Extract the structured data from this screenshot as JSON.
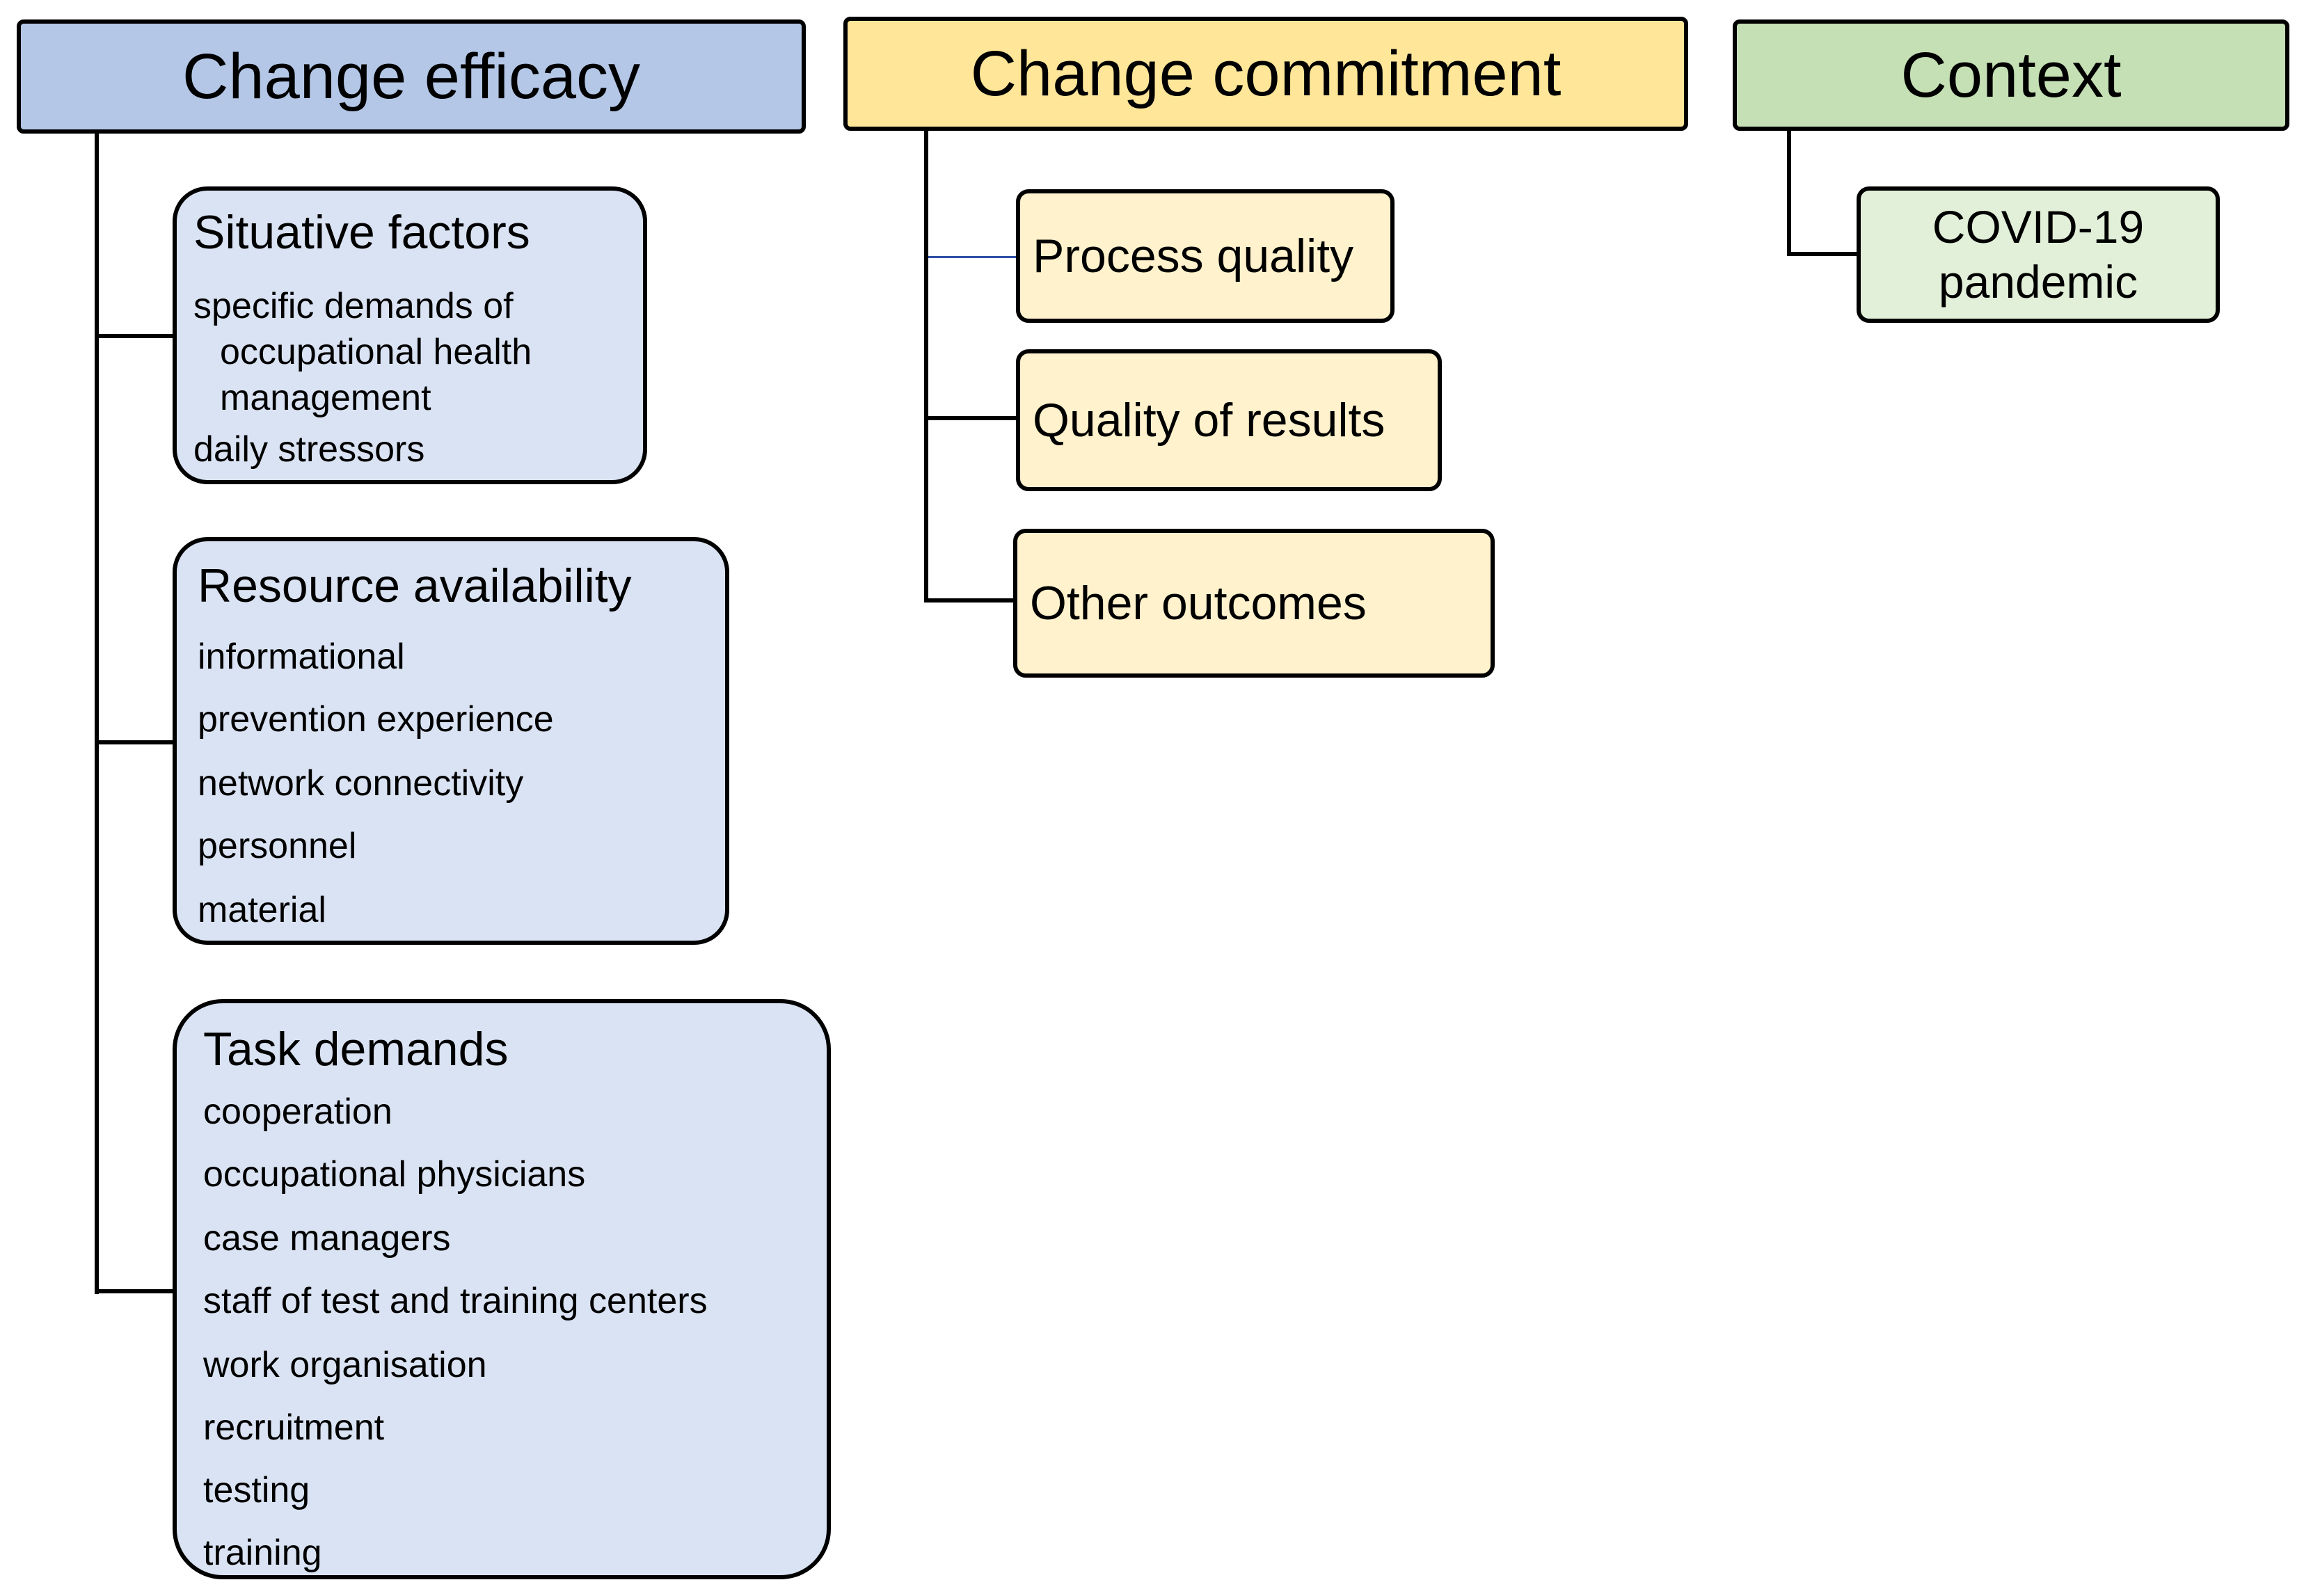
{
  "colors": {
    "efficacy_header": "#b4c7e7",
    "efficacy_box": "#dae3f3",
    "commitment_header": "#ffe699",
    "commitment_box": "#fff2cc",
    "context_header": "#c5e0b4",
    "context_box": "#e2f0d9",
    "border": "#000000",
    "process_connector": "#2f4fa6"
  },
  "efficacy": {
    "title": "Change efficacy",
    "situative": {
      "title": "Situative factors",
      "item1_line1": "specific demands of",
      "item1_line2": "occupational health",
      "item1_line3": "management",
      "item2": "daily stressors"
    },
    "resources": {
      "title": "Resource availability",
      "items": [
        "informational",
        "prevention experience",
        "network connectivity",
        "personnel",
        "material"
      ]
    },
    "task": {
      "title": "Task demands",
      "items": [
        "cooperation",
        "occupational physicians",
        "case managers",
        "staff of test and training centers",
        "work organisation",
        "recruitment",
        "testing",
        "training"
      ]
    }
  },
  "commitment": {
    "title": "Change commitment",
    "items": [
      "Process quality",
      "Quality of results",
      "Other outcomes"
    ]
  },
  "context": {
    "title": "Context",
    "item_line1": "COVID-19",
    "item_line2": "pandemic"
  }
}
